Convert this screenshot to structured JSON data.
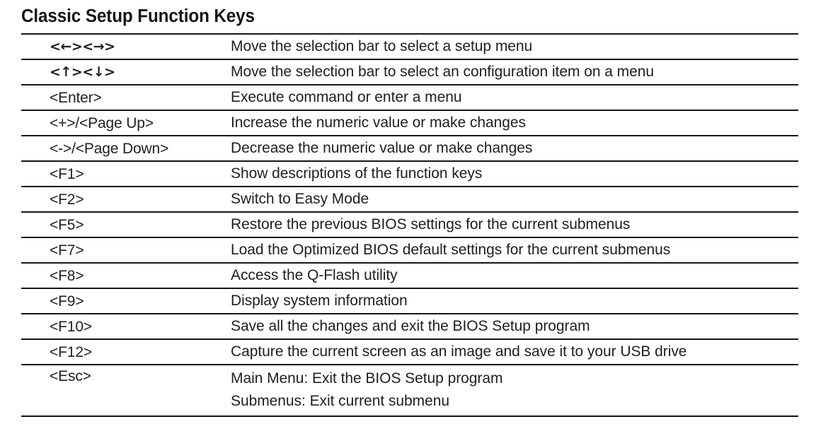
{
  "document": {
    "title": "Classic Setup Function Keys"
  },
  "table": {
    "rows": [
      {
        "key": "<←><→>",
        "key_style": "arrow",
        "desc": [
          "Move the selection bar to select a setup menu"
        ]
      },
      {
        "key": "<↑><↓>",
        "key_style": "arrow",
        "desc": [
          "Move the selection bar to select an configuration item on a menu"
        ]
      },
      {
        "key": "<Enter>",
        "key_style": "plain",
        "desc": [
          "Execute command or enter a menu"
        ]
      },
      {
        "key": "<+>/<Page Up>",
        "key_style": "plain",
        "desc": [
          "Increase the numeric value or make changes"
        ]
      },
      {
        "key": "<->/<Page Down>",
        "key_style": "plain",
        "desc": [
          "Decrease the numeric value or make changes"
        ]
      },
      {
        "key": "<F1>",
        "key_style": "plain",
        "desc": [
          "Show descriptions of the function keys"
        ]
      },
      {
        "key": "<F2>",
        "key_style": "plain",
        "desc": [
          "Switch to Easy Mode"
        ]
      },
      {
        "key": "<F5>",
        "key_style": "plain",
        "desc": [
          "Restore the previous BIOS settings for the current submenus"
        ]
      },
      {
        "key": "<F7>",
        "key_style": "plain",
        "desc": [
          "Load the Optimized BIOS default settings for the current submenus"
        ]
      },
      {
        "key": "<F8>",
        "key_style": "plain",
        "desc": [
          "Access the Q-Flash utility"
        ]
      },
      {
        "key": "<F9>",
        "key_style": "plain",
        "desc": [
          "Display system information"
        ]
      },
      {
        "key": "<F10>",
        "key_style": "plain",
        "desc": [
          "Save all the changes and exit the BIOS Setup program"
        ]
      },
      {
        "key": "<F12>",
        "key_style": "plain",
        "desc": [
          "Capture the current screen as an image and save it to your USB drive"
        ]
      },
      {
        "key": "<Esc>",
        "key_style": "plain",
        "desc": [
          "Main Menu: Exit the BIOS Setup program",
          "Submenus: Exit current submenu"
        ]
      }
    ]
  },
  "colors": {
    "text": "#1f1f1f",
    "rule": "#161616",
    "background": "#ffffff"
  }
}
